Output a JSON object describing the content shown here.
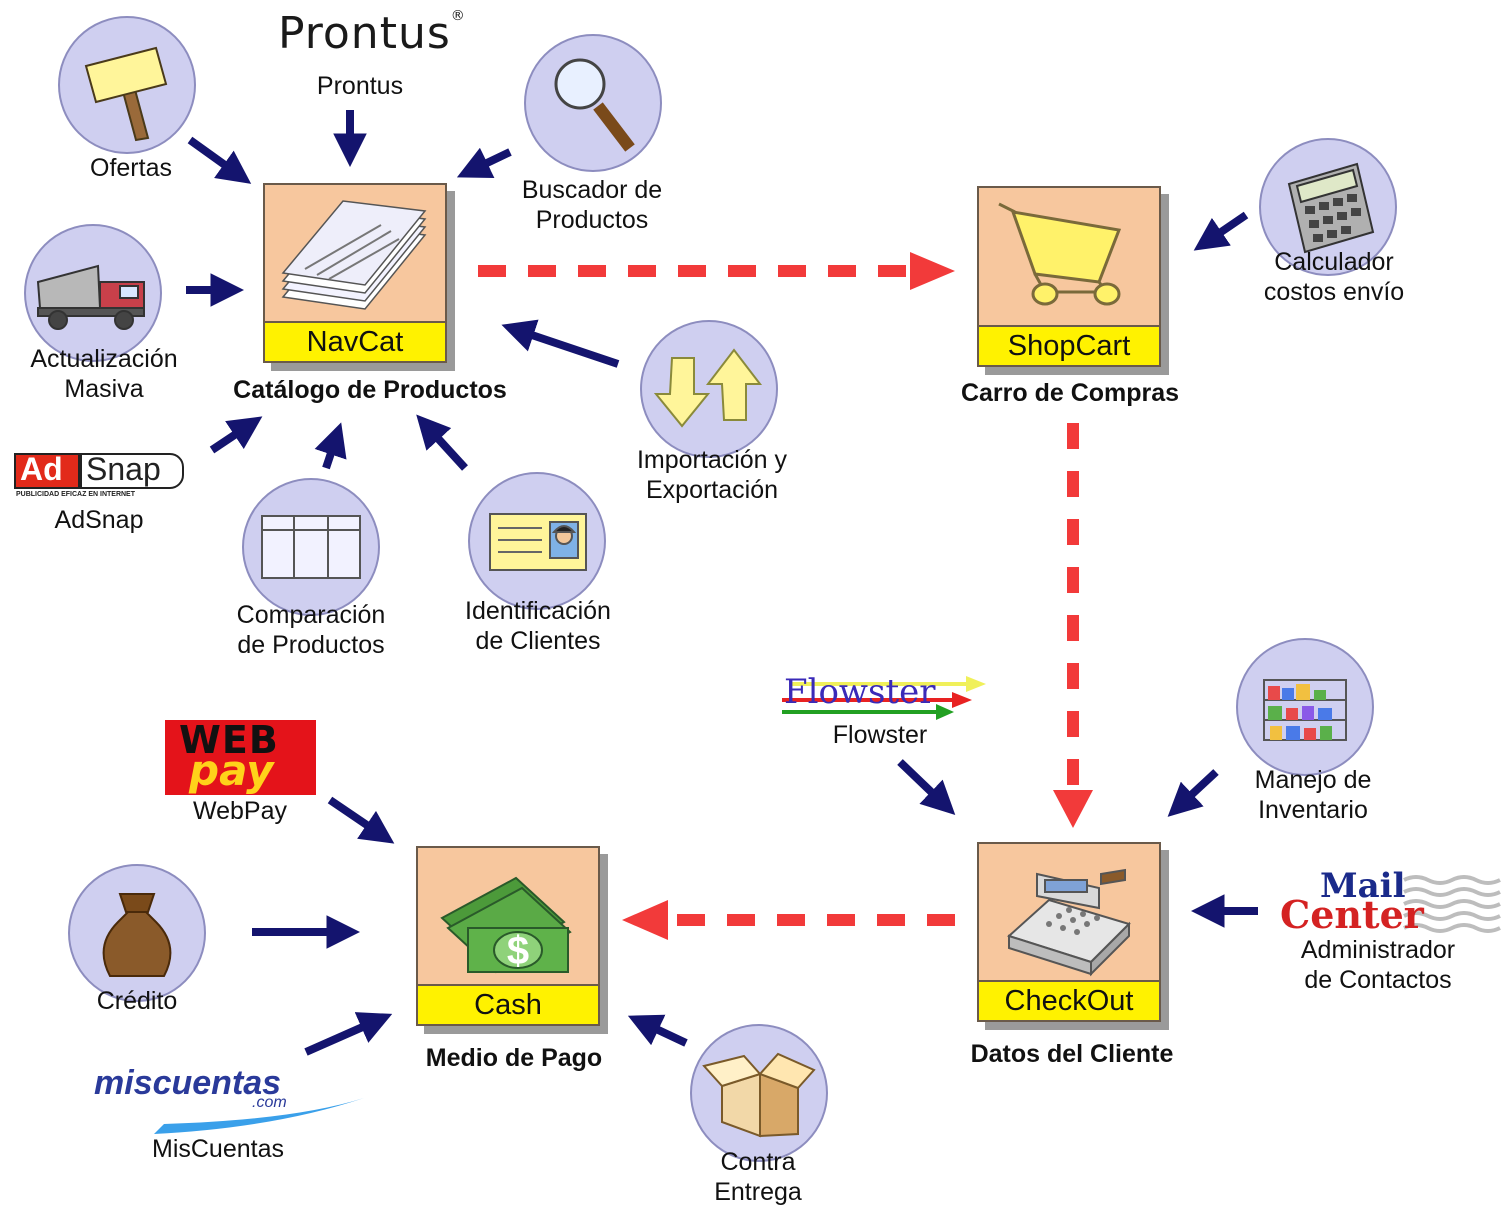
{
  "modules": {
    "navcat": {
      "tag": "NavCat",
      "caption": "Catálogo de Productos"
    },
    "shopcart": {
      "tag": "ShopCart",
      "caption": "Carro de Compras"
    },
    "checkout": {
      "tag": "CheckOut",
      "caption": "Datos del Cliente"
    },
    "cash": {
      "tag": "Cash",
      "caption": "Medio de Pago"
    }
  },
  "features": {
    "ofertas": {
      "line1": "Ofertas",
      "line2": "",
      "icon": "signpost-icon"
    },
    "prontus": {
      "line1": "Prontus",
      "line2": "",
      "icon": "prontus-logo"
    },
    "buscador": {
      "line1": "Buscador de",
      "line2": "Productos",
      "icon": "magnifier-icon"
    },
    "actualizacion": {
      "line1": "Actualización",
      "line2": "Masiva",
      "icon": "dump-truck-icon"
    },
    "adsnap": {
      "line1": "AdSnap",
      "line2": "",
      "icon": "adsnap-logo"
    },
    "comparacion": {
      "line1": "Comparación",
      "line2": "de Productos",
      "icon": "table-icon"
    },
    "identificacion": {
      "line1": "Identificación",
      "line2": "de Clientes",
      "icon": "id-card-icon"
    },
    "importacion": {
      "line1": "Importación y",
      "line2": "Exportación",
      "icon": "up-down-arrows-icon"
    },
    "calculador": {
      "line1": "Calculador",
      "line2": "costos envío",
      "icon": "calculator-icon"
    },
    "flowster": {
      "line1": "Flowster",
      "line2": "",
      "icon": "flowster-logo"
    },
    "inventario": {
      "line1": "Manejo de",
      "line2": "Inventario",
      "icon": "warehouse-shelf-icon"
    },
    "mailcenter": {
      "line1": "Administrador",
      "line2": "de Contactos",
      "icon": "mailcenter-logo"
    },
    "webpay": {
      "line1": "WebPay",
      "line2": "",
      "icon": "webpay-logo"
    },
    "credito": {
      "line1": "Crédito",
      "line2": "",
      "icon": "money-bag-icon"
    },
    "miscuentas": {
      "line1": "MisCuentas",
      "line2": "",
      "icon": "miscuentas-logo"
    },
    "contraentrega": {
      "line1": "Contra",
      "line2": "Entrega",
      "icon": "open-box-icon"
    }
  },
  "logos": {
    "prontus": {
      "text": "Prontus",
      "mark": "®"
    },
    "adsnap": {
      "text1": "Ad",
      "text2": "Snap",
      "tagline": "PUBLICIDAD EFICAZ EN INTERNET"
    },
    "webpay": {
      "text1": "WEB",
      "text2": "pay"
    },
    "flowster": {
      "text": "Flowster"
    },
    "mailcenter": {
      "text1": "Mail",
      "text2": "Center"
    },
    "miscuentas": {
      "text1": "miscuentas",
      "text2": ".com"
    },
    "cash_symbol": "$"
  },
  "colors": {
    "arrow": "#14146e",
    "flow": "#f23a3a",
    "circle": "#cfcff0",
    "module": "#f7c79e",
    "tag": "#fff200"
  }
}
